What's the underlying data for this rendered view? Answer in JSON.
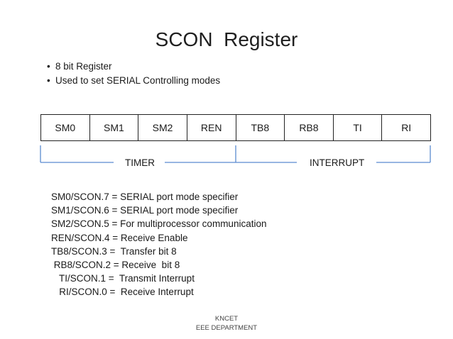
{
  "title": "SCON  Register",
  "bullets": [
    "8 bit Register",
    "Used to set SERIAL Controlling modes"
  ],
  "register_bits": [
    "SM0",
    "SM1",
    "SM2",
    "REN",
    "TB8",
    "RB8",
    "TI",
    "RI"
  ],
  "groups": {
    "left_label": "TIMER",
    "right_label": "INTERRUPT"
  },
  "descriptions": [
    "SM0/SCON.7 = SERIAL port mode specifier",
    "SM1/SCON.6 = SERIAL port mode specifier",
    "SM2/SCON.5 = For multiprocessor communication",
    "REN/SCON.4 = Receive Enable",
    "TB8/SCON.3 =  Transfer bit 8",
    " RB8/SCON.2 = Receive  bit 8",
    "   TI/SCON.1 =  Transmit Interrupt",
    "   RI/SCON.0 =  Receive Interrupt"
  ],
  "footer": {
    "line1": "KNCET",
    "line2": "EEE DEPARTMENT"
  },
  "colors": {
    "bracket": "#5b8bd0",
    "text": "#1a1a1a"
  }
}
